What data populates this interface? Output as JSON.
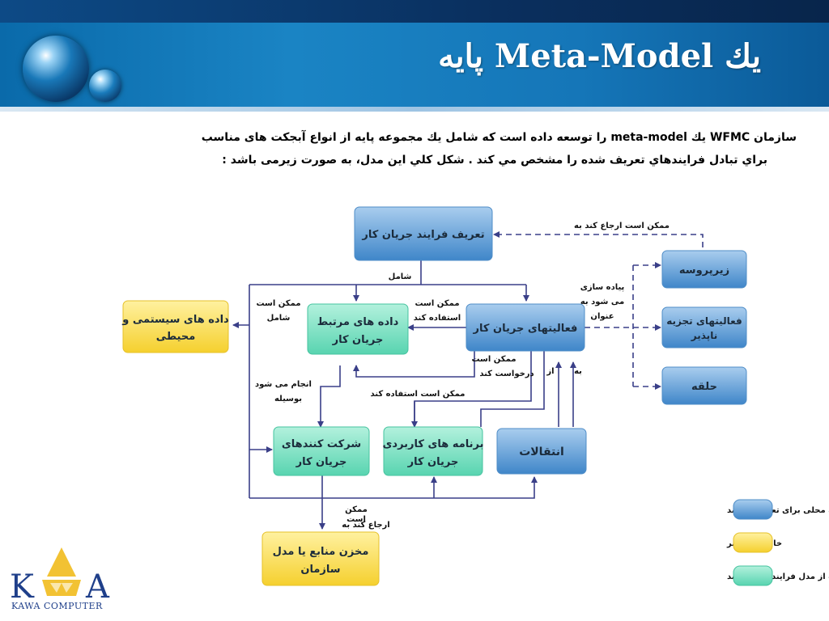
{
  "slide": {
    "title": "يك Meta-Model پايه",
    "intro_line1": "سازمان WFMC يك meta-model را توسعه داده است كه شامل يك مجموعه پايه از انواع آبجكت هاى مناسب",
    "intro_line2": "براي تبادل فرايندهاي تعريف شده را مشخص مي كند . شكل كلي اين مدل، به صورت زيرمى باشد :"
  },
  "diagram": {
    "boxes": {
      "process_definition": "تعريف فرايند جريان كار",
      "sub_process": "زيرپروسه",
      "atomic_activities_1": "فعاليتهاى تجزيه",
      "atomic_activities_2": "ناپذير",
      "loop": "حلقه",
      "system_data_1": "داده هاى سيستمى و",
      "system_data_2": "محيطى",
      "relevant_data_1": "داده هاى مرتبط",
      "relevant_data_2": "جريان كار",
      "activities": "فعاليتهاى جريان كار",
      "participants_1": "شركت كنندهاى",
      "participants_2": "جريان كار",
      "applications_1": "برنامه هاى كاربردى",
      "applications_2": "جريان كار",
      "transitions": "انتقالات",
      "repository_1": "مخزن منابع يا مدل",
      "repository_2": "سازمان"
    },
    "labels": {
      "may_refer_to": "ممكن است ارجاع كند به",
      "contains": "شامل",
      "may_contain_1": "ممكن است",
      "may_contain_2": "شامل",
      "may_use_1": "ممكن است",
      "may_use_2": "استفاده كند",
      "implemented_as_1": "پياده سازى",
      "implemented_as_2": "مى شود به",
      "implemented_as_3": "عنوان",
      "may_request_1": "ممكن است",
      "may_request_2": "درخواست كند",
      "to": "به",
      "from": "از",
      "performed_by_1": "انجام مى شود",
      "performed_by_2": "بوسيله",
      "may_use_long": "ممكن است استفاده كند",
      "may_refer_1": "ممكن",
      "may_refer_2": "است",
      "may_refer_3": "ارجاع كند به"
    },
    "legend": [
      {
        "label": "ناحيه محلى براى تعريف فرايند",
        "color": "#5b9bd5"
      },
      {
        "label": "خارجى عناصر",
        "color": "#ffd94a"
      },
      {
        "label": "ممكن است از مدل فرايند ارثبرى كند",
        "color": "#5ddab8"
      }
    ],
    "colors": {
      "blue": "#5b9bd5",
      "yellow": "#ffd94a",
      "teal": "#5ddab8",
      "line": "#3a3f88"
    }
  },
  "logo": {
    "left_letter": "K",
    "right_letter": "A",
    "company": "KAWA COMPUTER"
  }
}
